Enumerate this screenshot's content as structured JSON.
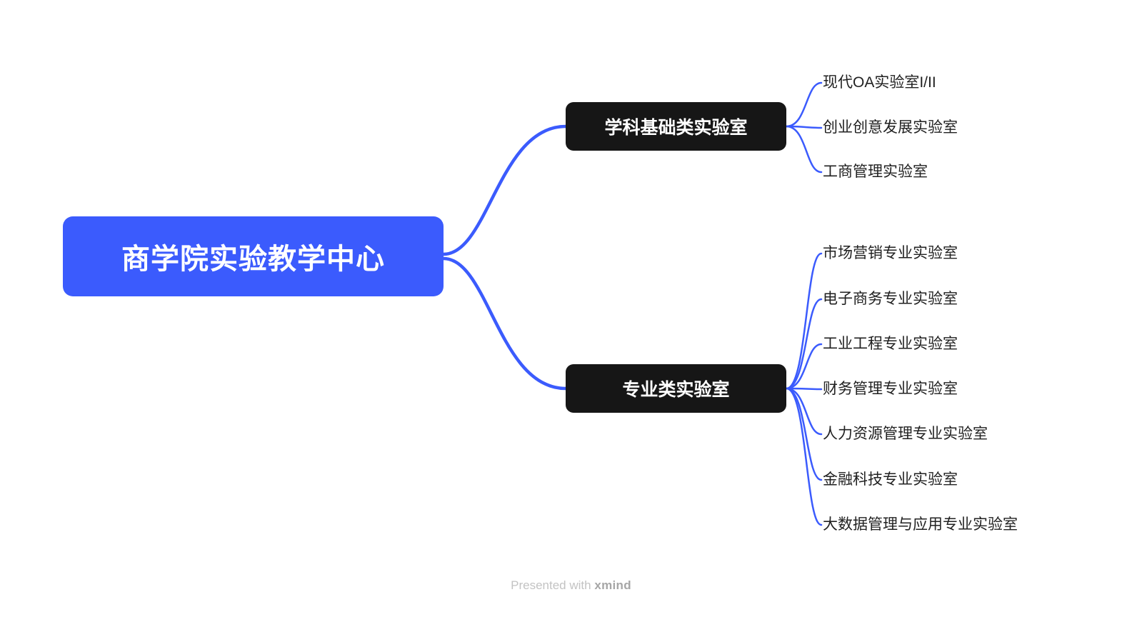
{
  "colors": {
    "canvas_bg": "#ffffff",
    "root_bg": "#3b5bfd",
    "root_text": "#ffffff",
    "branch_bg": "#161616",
    "branch_text": "#ffffff",
    "leaf_text": "#212121",
    "connector": "#3b5bfd"
  },
  "mindmap": {
    "root": {
      "label": "商学院实验教学中心"
    },
    "branches": [
      {
        "label": "学科基础类实验室",
        "leaves": [
          "现代OA实验室I/II",
          "创业创意发展实验室",
          "工商管理实验室"
        ]
      },
      {
        "label": "专业类实验室",
        "leaves": [
          "市场营销专业实验室",
          "电子商务专业实验室",
          "工业工程专业实验室",
          "财务管理专业实验室",
          "人力资源管理专业实验室",
          "金融科技专业实验室",
          "大数据管理与应用专业实验室"
        ]
      }
    ]
  },
  "footer": {
    "text": "Presented with",
    "brand": "xmind"
  }
}
